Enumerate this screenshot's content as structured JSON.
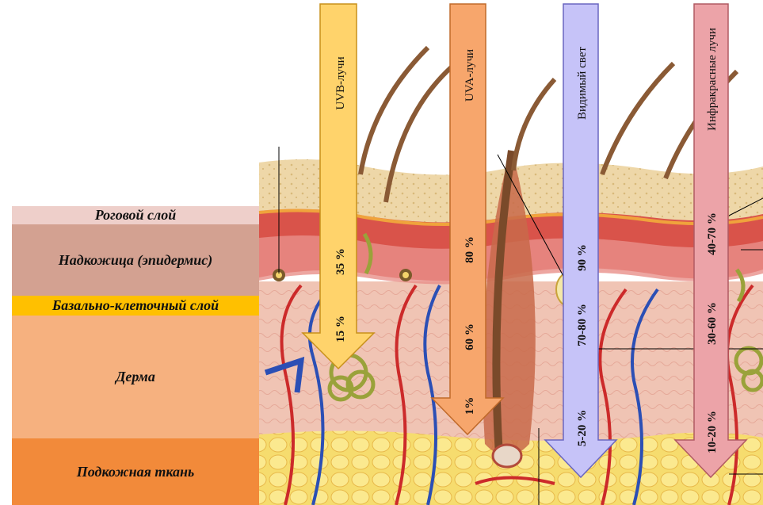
{
  "layers": [
    {
      "label": "Роговой слой",
      "color": "#eecfca"
    },
    {
      "label": "Надкожица (эпидермис)",
      "color": "#d3a191"
    },
    {
      "label": "Базально-клеточный слой",
      "color": "#ffc000"
    },
    {
      "label": "Дерма",
      "color": "#f6b17f"
    },
    {
      "label": "Подкожная ткань",
      "color": "#f28a3a"
    }
  ],
  "rays": [
    {
      "name": "UVB-лучи",
      "color": "#ffd36b",
      "values": [
        "35 %",
        "15 %"
      ]
    },
    {
      "name": "UVA-лучи",
      "color": "#f7a66c",
      "values": [
        "80 %",
        "60 %",
        "1%"
      ]
    },
    {
      "name": "Видимый свет",
      "color": "#c6c3f8",
      "values": [
        "90 %",
        "70-80 %",
        "5-20 %"
      ]
    },
    {
      "name": "Инфракрасные лучи",
      "color": "#eca3a8",
      "values": [
        "40-70 %",
        "30-60 %",
        "10-20 %"
      ]
    }
  ]
}
